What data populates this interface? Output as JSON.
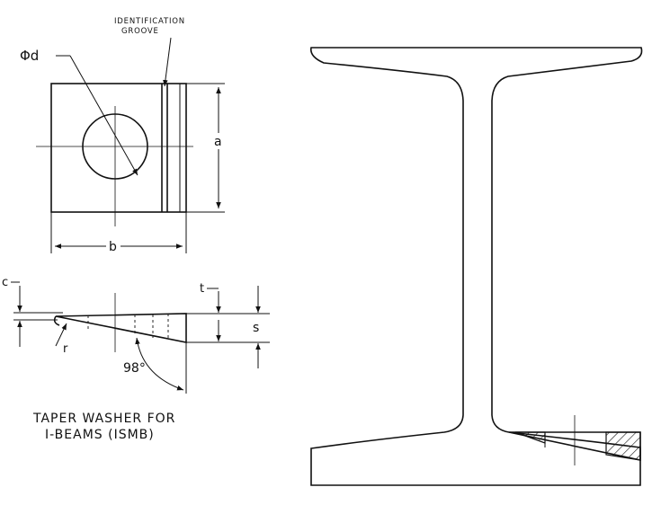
{
  "labels": {
    "identification": "IDENTIFICATION",
    "groove": "GROOVE",
    "phi_d": "Φd",
    "a": "a",
    "b": "b",
    "c": "c",
    "t": "t",
    "s": "s",
    "r": "r",
    "angle": "98°",
    "caption_line1": "TAPER WASHER FOR",
    "caption_line2": "I-BEAMS (ISMB)"
  }
}
